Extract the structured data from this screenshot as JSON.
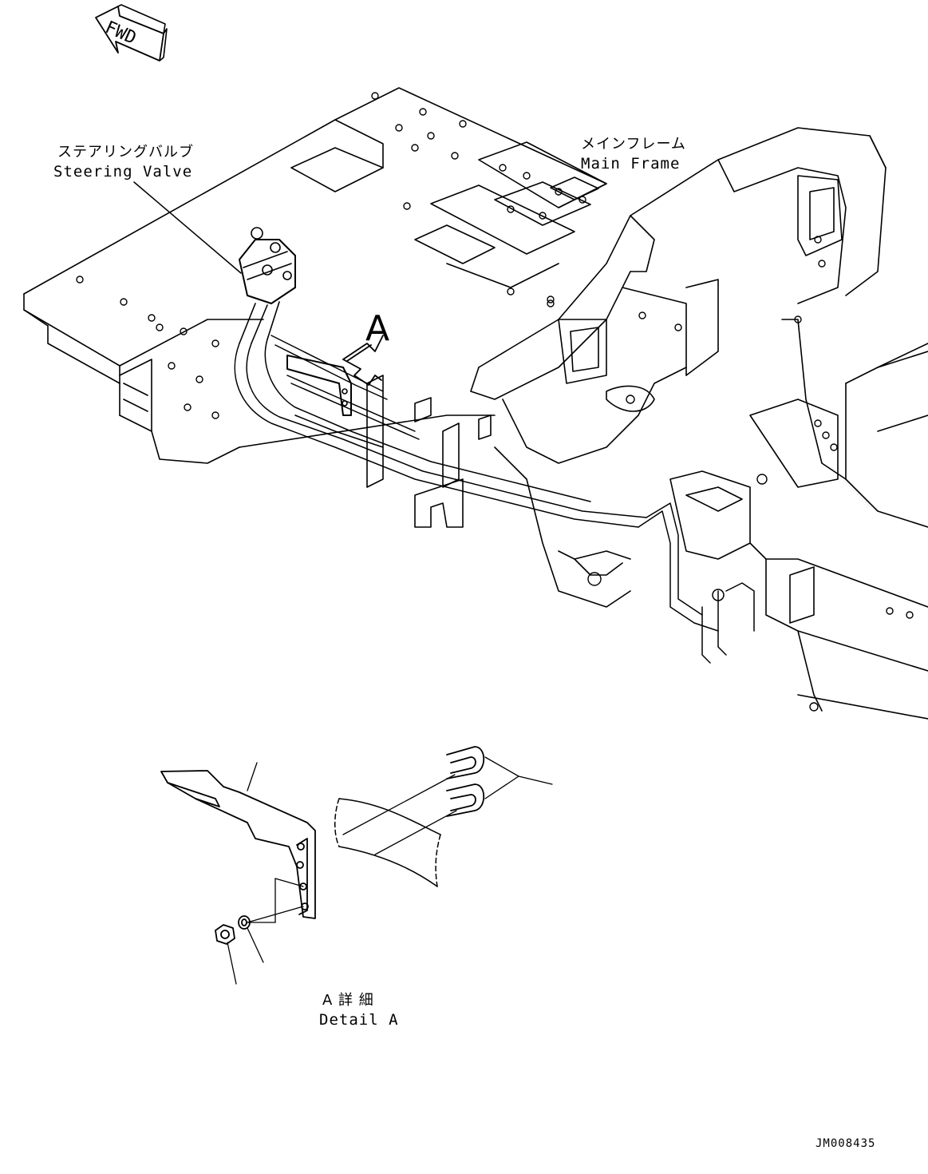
{
  "fwd_label": "FWD",
  "steering_valve": {
    "label_jp": "ステアリングバルブ",
    "label_en": "Steering Valve"
  },
  "main_frame": {
    "label_jp": "メインフレーム",
    "label_en": "Main Frame"
  },
  "view_callout": "A",
  "detail": {
    "label_jp": "A 詳 細",
    "label_en": "Detail A"
  },
  "drawing_number": "JM008435"
}
